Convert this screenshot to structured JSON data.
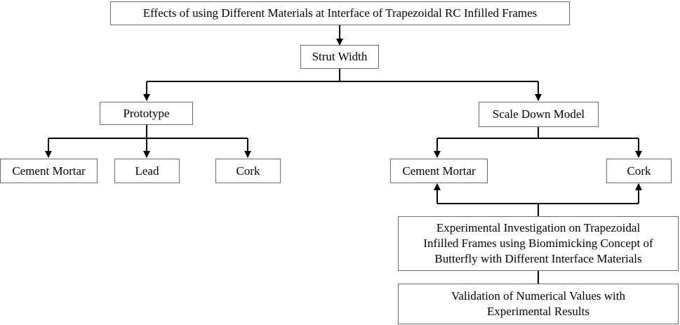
{
  "diagram": {
    "nodes": {
      "root": "Effects of using Different Materials at Interface of Trapezoidal RC Infilled Frames",
      "strut_width": "Strut Width",
      "prototype": "Prototype",
      "scale_down_model": "Scale Down Model",
      "proto_cement_mortar": "Cement Mortar",
      "proto_lead": "Lead",
      "proto_cork": "Cork",
      "scale_cement_mortar": "Cement Mortar",
      "scale_cork": "Cork",
      "experimental_investigation": "Experimental Investigation on Trapezoidal\nInfilled Frames using Biomimicking Concept of\nButterfly with Different Interface Materials",
      "validation": "Validation of Numerical Values with\nExperimental Results"
    },
    "line_color": "#000000",
    "box_border_color": "#6b6b6b"
  }
}
